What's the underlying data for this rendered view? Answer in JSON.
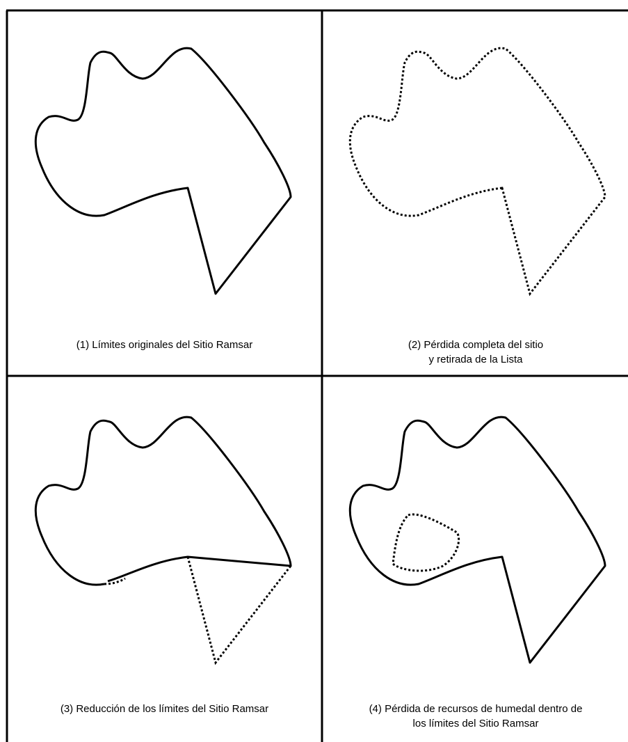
{
  "panels": [
    {
      "caption": [
        "(1) Límites originales del Sitio Ramsar"
      ],
      "state": "boundary fully intact (solid outline)"
    },
    {
      "caption": [
        "(2) Pérdida completa del sitio",
        "y retirada de la Lista"
      ],
      "state": "entire boundary lost (dotted outline)"
    },
    {
      "caption": [
        "(3) Reducción de los límites del Sitio Ramsar"
      ],
      "state": "southern wedge of boundary removed (dotted triangle)"
    },
    {
      "caption": [
        "(4) Pérdida de recursos de humedal dentro de",
        "los límites del Sitio Ramsar"
      ],
      "state": "internal area of wetland lost (dotted inner loop)"
    }
  ],
  "colors": {
    "line": "#000000",
    "background": "#ffffff"
  }
}
